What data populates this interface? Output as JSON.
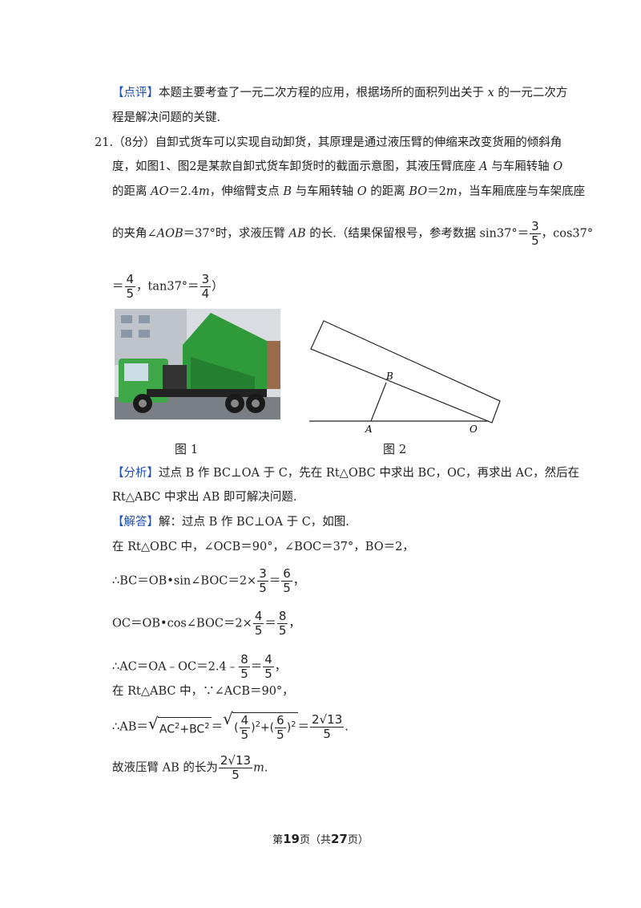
{
  "comment": {
    "tag": "【点评】",
    "line1": "本题主要考查了一元二次方程的应用，根据场所的面积列出关于",
    "var": "x",
    "line1b": "的一元二次方",
    "line2": "程是解决问题的关键."
  },
  "problem": {
    "number": "21.",
    "l1": "（8分）自卸式货车可以实现自动卸货，其原理是通过液压臂的伸缩来改变货厢的倾斜角",
    "l2": "度，如图1、图2是某款自卸式货车卸货时的截面示意图，其液压臂底座",
    "l3a": "的距离",
    "l3b": "，伸缩臂支点",
    "l3c": "与车厢转轴",
    "l3d": "的距离",
    "l3e": "，当车厢底座与车架底座",
    "l4a": "的夹角∠",
    "l4b": "＝37°时，求液压臂",
    "l4c": "的长.（结果保留根号，参考数据 sin37°＝",
    "l4d": "，cos37°",
    "l5a": "tan37°＝"
  },
  "figures": {
    "fig1_caption": "图 1",
    "fig2_caption": "图 2",
    "labels": {
      "A": "A",
      "B": "B",
      "O": "O"
    }
  },
  "analysis": {
    "tag": "【分析】",
    "l1": "过点 B 作 BC⊥OA 于 C，先在 Rt△OBC 中求出 BC，OC，再求出 AC，然后在",
    "l2": "Rt△ABC 中求出 AB 即可解决问题."
  },
  "answer": {
    "tag": "【解答】",
    "l1": "解：过点 B 作 BC⊥OA 于 C，如图.",
    "l2": "在 Rt△OBC 中，∠OCB＝90°，∠BOC＝37°，BO＝2，",
    "l3": "∴BC＝OB•sin∠BOC＝2×",
    "l4": "OC＝OB•cos∠BOC＝2×",
    "l5": "∴AC＝OA﹣OC＝2.4﹣",
    "l6": "在 Rt△ABC 中，∵∠ACB＝90°，",
    "l7": "∴AB＝",
    "l8": "故液压臂 AB 的长为"
  },
  "footer": {
    "pre": "第",
    "page": "19",
    "mid": "页（共",
    "total": "27",
    "post": "页）"
  }
}
